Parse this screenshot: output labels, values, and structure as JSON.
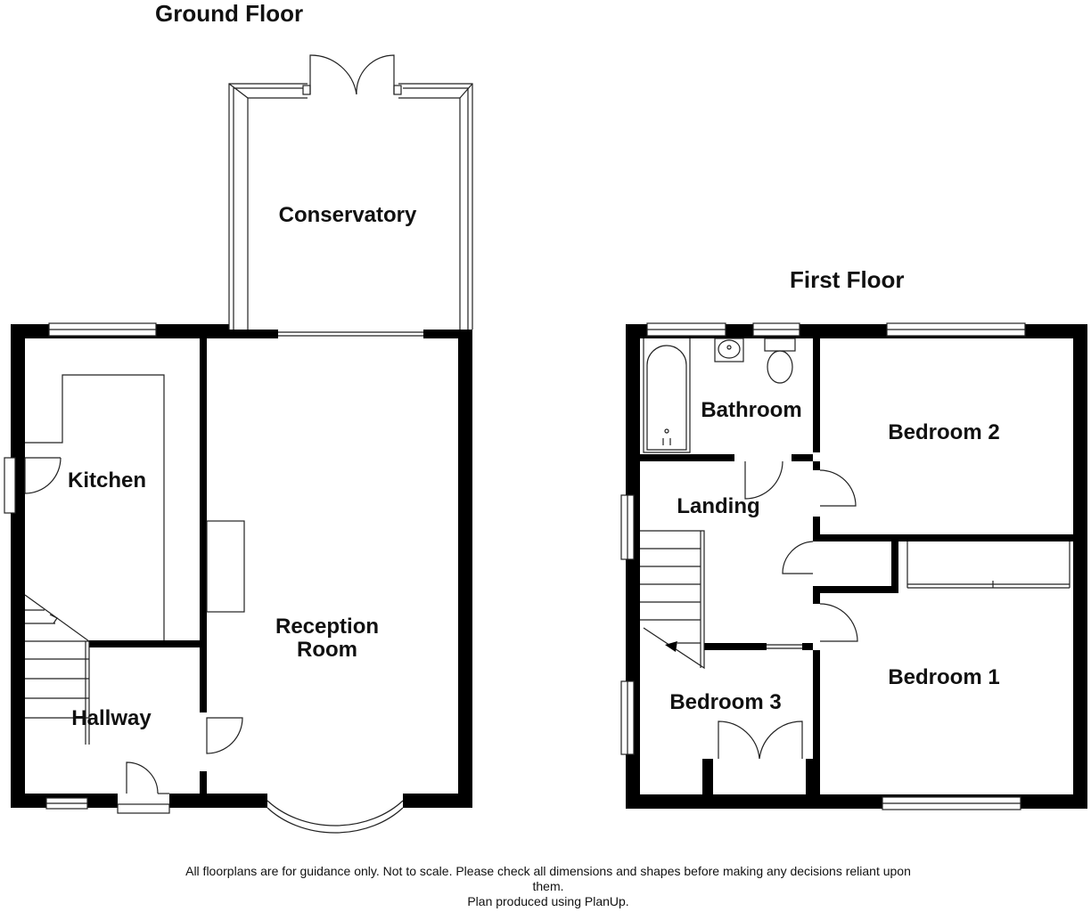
{
  "floors": {
    "ground": {
      "title": "Ground Floor",
      "rooms": {
        "conservatory": "Conservatory",
        "kitchen": "Kitchen",
        "reception": [
          "Reception",
          "Room"
        ],
        "hallway": "Hallway"
      }
    },
    "first": {
      "title": "First Floor",
      "rooms": {
        "bathroom": "Bathroom",
        "bedroom2": "Bedroom 2",
        "landing": "Landing",
        "bedroom1": "Bedroom 1",
        "bedroom3": "Bedroom 3"
      }
    }
  },
  "footer": {
    "line1": "All floorplans are for guidance only. Not to scale. Please check all dimensions and shapes before making any decisions reliant upon",
    "line2": "them.",
    "line3": "Plan produced using PlanUp."
  }
}
